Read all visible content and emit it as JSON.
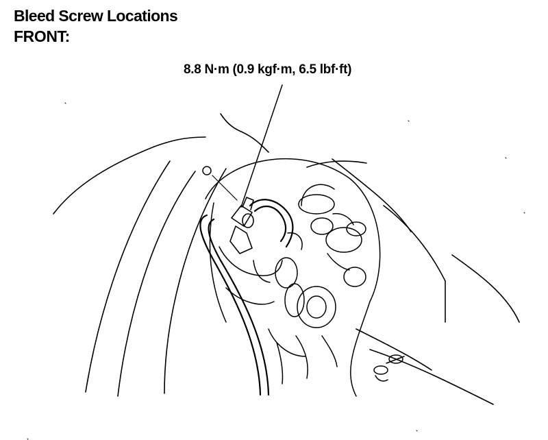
{
  "title": "Bleed Screw Locations",
  "subtitle": "FRONT:",
  "callout": {
    "torque_label": "8.8 N·m (0.9 kgf·m, 6.5 lbf·ft)"
  }
}
